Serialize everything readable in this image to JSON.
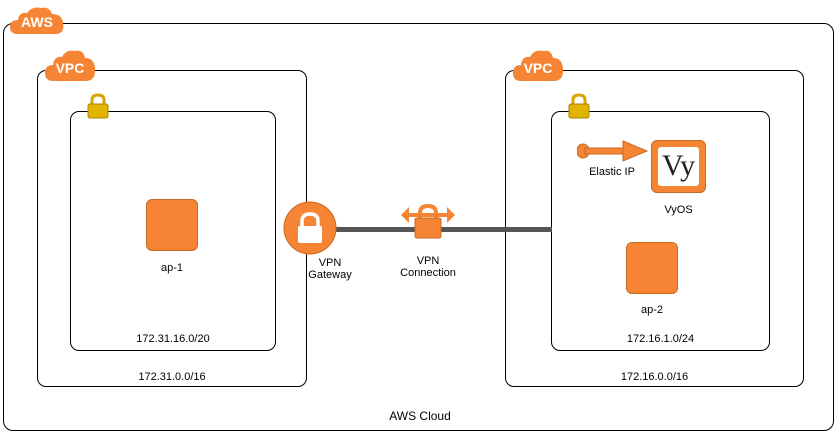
{
  "aws": {
    "badge": "AWS",
    "cloud_label": "AWS Cloud"
  },
  "vpc_left": {
    "badge": "VPC",
    "cidr": "172.31.0.0/16",
    "subnet": {
      "cidr": "172.31.16.0/20",
      "instance_label": "ap-1"
    }
  },
  "vpc_right": {
    "badge": "VPC",
    "cidr": "172.16.0.0/16",
    "subnet": {
      "cidr": "172.16.1.0/24",
      "instance_label": "ap-2",
      "elastic_ip_label": "Elastic IP",
      "vyos_label": "VyOS",
      "vyos_logo_text": "Vy"
    }
  },
  "vpn_gateway": {
    "label_line1": "VPN",
    "label_line2": "Gateway"
  },
  "vpn_connection": {
    "label_line1": "VPN",
    "label_line2": "Connection"
  },
  "colors": {
    "orange": "#f58534",
    "lock_gold": "#d9a600",
    "line_gray": "#555555"
  }
}
